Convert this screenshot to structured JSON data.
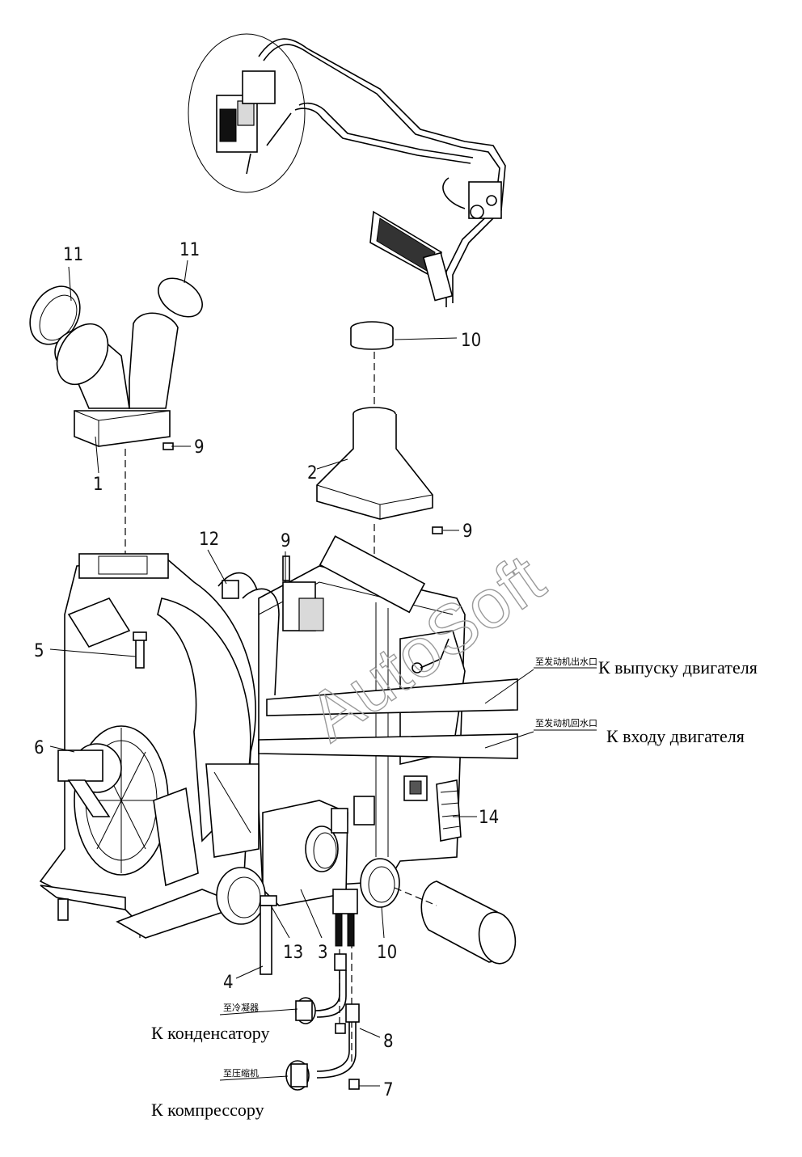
{
  "watermark": "AutoSoft",
  "callouts": {
    "c1": "1",
    "c2": "2",
    "c3": "3",
    "c4": "4",
    "c5": "5",
    "c6": "6",
    "c7": "7",
    "c8": "8",
    "c9a": "9",
    "c9b": "9",
    "c9c": "9",
    "c10a": "10",
    "c10b": "10",
    "c11a": "11",
    "c11b": "11",
    "c12": "12",
    "c13": "13",
    "c14": "14"
  },
  "connections": {
    "engine_outlet": {
      "cn": "至发动机出水口",
      "ru": "К выпуску двигателя"
    },
    "engine_inlet": {
      "cn": "至发动机回水口",
      "ru": "К входу двигателя"
    },
    "condenser": {
      "cn": "至冷凝器",
      "ru": "К конденсатору"
    },
    "compressor": {
      "cn": "至压缩机",
      "ru": "К компрессору"
    }
  }
}
